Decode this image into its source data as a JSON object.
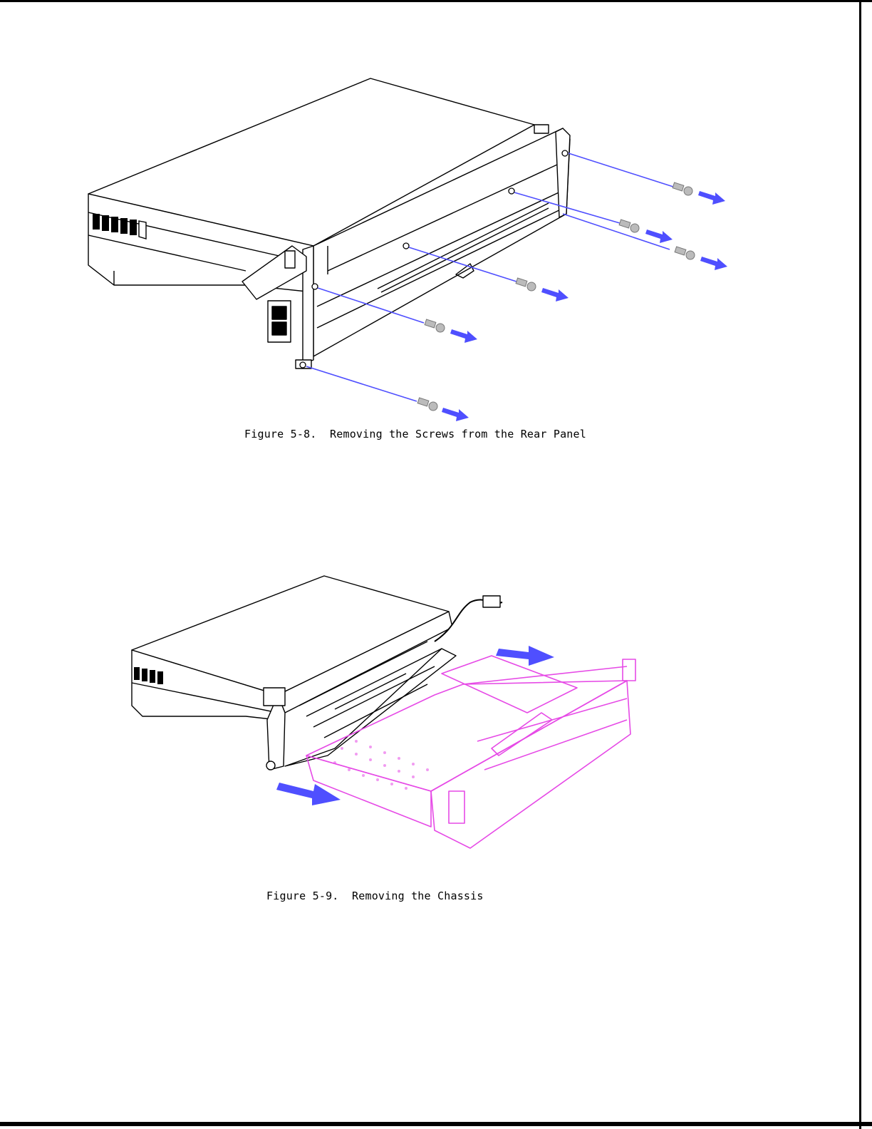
{
  "page": {
    "figures": [
      {
        "id": "figure-5-8",
        "caption": "Figure 5-8.  Removing the Screws from the Rear Panel",
        "arrow_color": "#4f4fff",
        "screw_count": 6
      },
      {
        "id": "figure-5-9",
        "caption": "Figure 5-9.  Removing the Chassis",
        "arrow_color": "#4f4fff",
        "chassis_color": "#e64ae6"
      }
    ]
  }
}
